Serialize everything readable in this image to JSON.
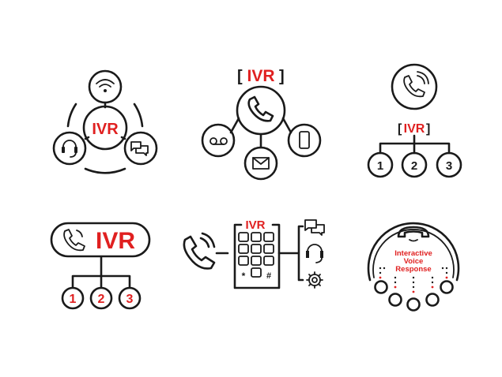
{
  "colors": {
    "accent": "#e02020",
    "ink": "#1a1a1a"
  },
  "icon1": {
    "label": "IVR",
    "icons": [
      "wifi-icon",
      "headset-icon",
      "chat-icon"
    ]
  },
  "icon2": {
    "label": "IVR",
    "bracket_open": "[",
    "bracket_close": "]",
    "icons": [
      "phone-icon",
      "voicemail-icon",
      "mobile-icon",
      "mail-icon"
    ]
  },
  "icon3": {
    "label": "IVR",
    "bracket_open": "[",
    "bracket_close": "]",
    "options": [
      "1",
      "2",
      "3"
    ]
  },
  "icon4": {
    "label": "IVR",
    "options": [
      "1",
      "2",
      "3"
    ]
  },
  "icon5": {
    "label": "IVR",
    "keys": [
      "*",
      "#"
    ],
    "icons": [
      "chat-icon",
      "headset-icon",
      "gear-icon"
    ]
  },
  "icon6": {
    "line1": "Interactive",
    "line2": "Voice",
    "line3": "Response"
  }
}
